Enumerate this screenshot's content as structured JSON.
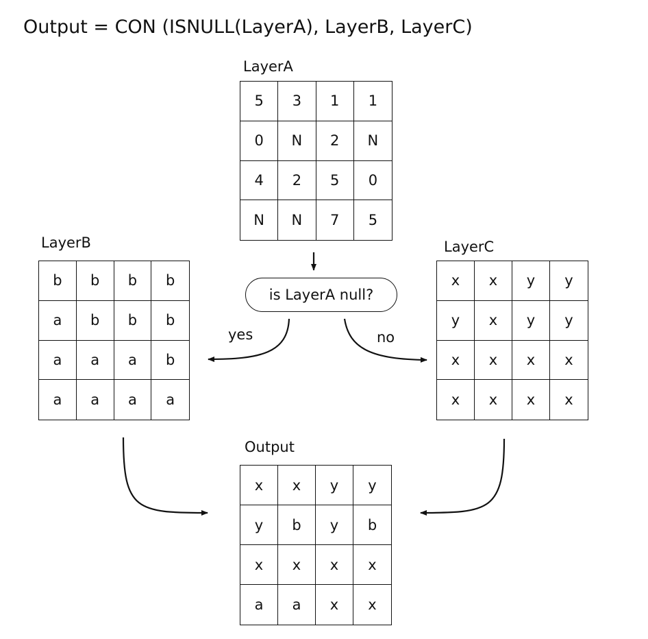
{
  "formula": "Output = CON (ISNULL(LayerA), LayerB, LayerC)",
  "layers": {
    "layerA": {
      "title": "LayerA",
      "cells": [
        [
          "5",
          "3",
          "1",
          "1"
        ],
        [
          "0",
          "N",
          "2",
          "N"
        ],
        [
          "4",
          "2",
          "5",
          "0"
        ],
        [
          "N",
          "N",
          "7",
          "5"
        ]
      ]
    },
    "layerB": {
      "title": "LayerB",
      "cells": [
        [
          "b",
          "b",
          "b",
          "b"
        ],
        [
          "a",
          "b",
          "b",
          "b"
        ],
        [
          "a",
          "a",
          "a",
          "b"
        ],
        [
          "a",
          "a",
          "a",
          "a"
        ]
      ]
    },
    "layerC": {
      "title": "LayerC",
      "cells": [
        [
          "x",
          "x",
          "y",
          "y"
        ],
        [
          "y",
          "x",
          "y",
          "y"
        ],
        [
          "x",
          "x",
          "x",
          "x"
        ],
        [
          "x",
          "x",
          "x",
          "x"
        ]
      ]
    },
    "output": {
      "title": "Output",
      "cells": [
        [
          "x",
          "x",
          "y",
          "y"
        ],
        [
          "y",
          "b",
          "y",
          "b"
        ],
        [
          "x",
          "x",
          "x",
          "x"
        ],
        [
          "a",
          "a",
          "x",
          "x"
        ]
      ]
    }
  },
  "decision": {
    "label": "is LayerA null?"
  },
  "edges": {
    "yes_label": "yes",
    "no_label": "no"
  }
}
